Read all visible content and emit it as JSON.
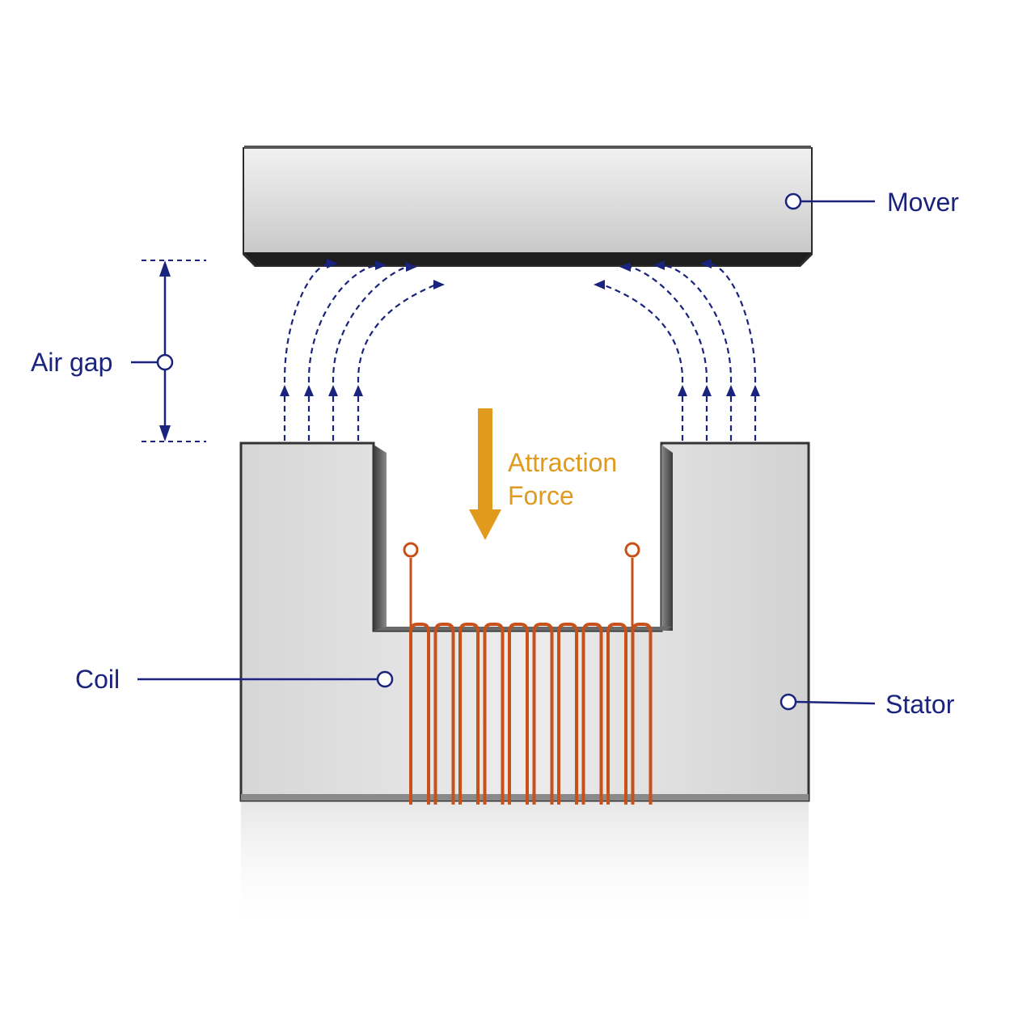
{
  "labels": {
    "mover": "Mover",
    "air_gap": "Air gap",
    "attraction_line1": "Attraction",
    "attraction_line2": "Force",
    "coil": "Coil",
    "stator": "Stator"
  },
  "colors": {
    "label_navy": "#1a237e",
    "force_orange": "#e09a1e",
    "copper": "#c8501a",
    "steel_light": "#e6e6e6",
    "steel_dark": "#2b2b2b"
  }
}
